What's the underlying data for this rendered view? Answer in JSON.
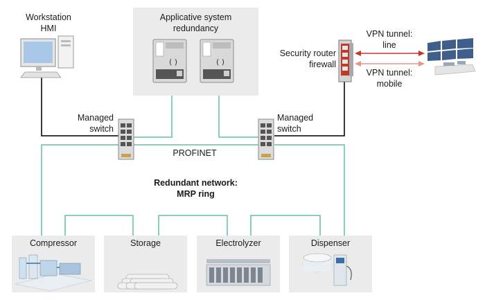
{
  "workstation": {
    "line1": "Workstation",
    "line2": "HMI"
  },
  "redundancy": {
    "line1": "Applicative system",
    "line2": "redundancy"
  },
  "router": {
    "line1": "Security router",
    "line2": "firewall"
  },
  "vpn_line": {
    "line1": "VPN tunnel:",
    "line2": "line"
  },
  "vpn_mobile": {
    "line1": "VPN tunnel:",
    "line2": "mobile"
  },
  "switch_left": {
    "line1": "Managed",
    "line2": "switch"
  },
  "switch_right": {
    "line1": "Managed",
    "line2": "switch"
  },
  "profinet": "PROFINET",
  "network": {
    "line1": "Redundant network:",
    "line2": "MRP ring"
  },
  "stations": [
    "Compressor",
    "Storage",
    "Electrolyzer",
    "Dispenser"
  ],
  "colors": {
    "ring": "#7cc8b4",
    "dark": "#222222",
    "vpn_line": "#c0392b",
    "vpn_mobile": "#e8948a",
    "box": "#ebebeb"
  }
}
